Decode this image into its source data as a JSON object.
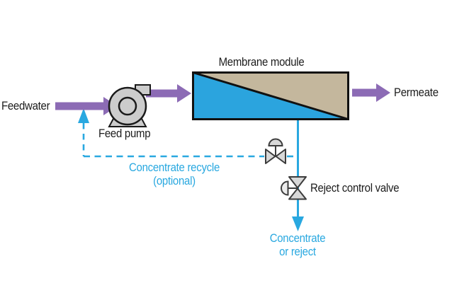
{
  "colors": {
    "purple": "#8c6bb5",
    "blue": "#29a8e0",
    "membrane_blue": "#2ba4de",
    "tan": "#c4b79d",
    "pump_gray": "#cccccc",
    "valve_gray": "#d8d8d8",
    "actuator_gray": "#ececec",
    "outline": "#1a1a1a"
  },
  "labels": {
    "feedwater": "Feedwater",
    "feed_pump": "Feed pump",
    "membrane_module": "Membrane module",
    "permeate": "Permeate",
    "concentrate_recycle": {
      "line1": "Concentrate recycle",
      "line2": "(optional)"
    },
    "reject_control_valve": "Reject control valve",
    "concentrate_or_reject": {
      "line1": "Concentrate",
      "line2": "or reject"
    }
  }
}
